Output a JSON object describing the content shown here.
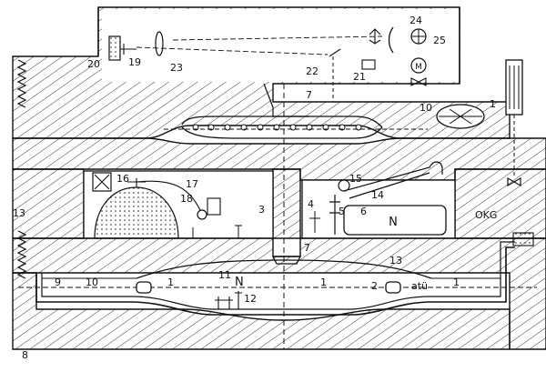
{
  "diagram": {
    "labels": {
      "l1_upper": "1",
      "l1_left": "1",
      "l1_right": "1",
      "l2": "2",
      "l3": "3",
      "l4": "4",
      "l5": "5",
      "l6": "6",
      "l7_upper": "7",
      "l7_lower": "7",
      "l8": "8",
      "l9": "9",
      "l10_upper": "10",
      "l10_lower": "10",
      "l11": "11",
      "l12": "12",
      "l13_left": "13",
      "l13_right": "13",
      "l14": "14",
      "l15": "15",
      "l16": "16",
      "l17": "17",
      "l18": "18",
      "l19": "19",
      "l20": "20",
      "l21": "21",
      "l22": "22",
      "l23": "23",
      "l24": "24",
      "l25": "25",
      "N_tank": "N",
      "N_chamber": "N",
      "atu": "atü",
      "okg": "OKG",
      "motor": "M"
    }
  }
}
